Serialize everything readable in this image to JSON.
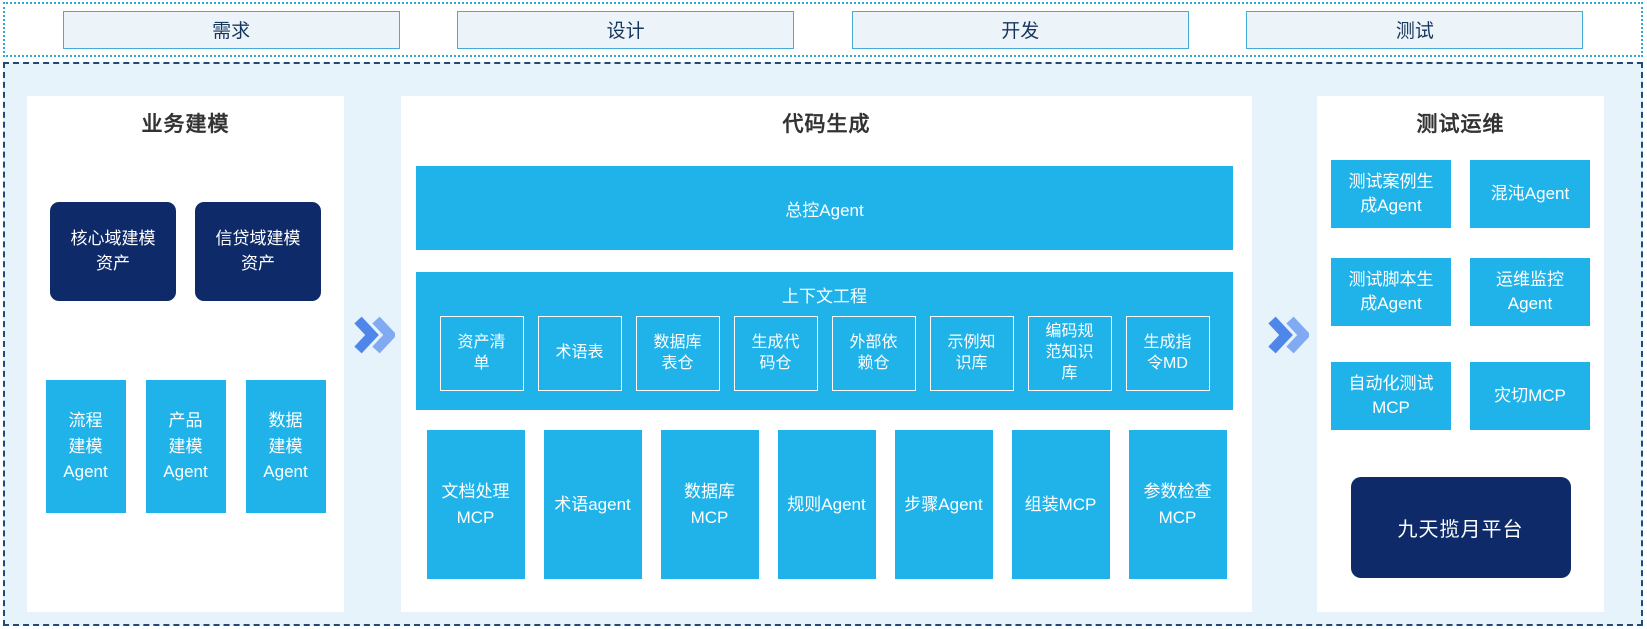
{
  "phases": [
    "需求",
    "设计",
    "开发",
    "测试"
  ],
  "colors": {
    "cyan": "#1fb3ea",
    "navy": "#0e2a68",
    "container_bg": "#e7f3fb",
    "strip_border": "#2fa9d8",
    "main_border": "#23497a",
    "phase_box_fill": "#edf4f9",
    "phase_box_border": "#45abd7",
    "phase_text": "#17365d",
    "chevron_dark": "#4f86e9",
    "chevron_light": "#82aaf2"
  },
  "business_modeling": {
    "title": "业务建模",
    "assets": [
      "核心域建模\n资产",
      "信贷域建模\n资产"
    ],
    "agents": [
      "流程\n建模\nAgent",
      "产品\n建模\nAgent",
      "数据\n建模\nAgent"
    ]
  },
  "code_generation": {
    "title": "代码生成",
    "master_agent": "总控Agent",
    "context": {
      "title": "上下文工程",
      "items": [
        "资产清\n单",
        "术语表",
        "数据库\n表仓",
        "生成代\n码仓",
        "外部依\n赖仓",
        "示例知\n识库",
        "编码规\n范知识\n库",
        "生成指\n令MD"
      ]
    },
    "tools": [
      "文档处理\nMCP",
      "术语agent",
      "数据库\nMCP",
      "规则Agent",
      "步骤Agent",
      "组装MCP",
      "参数检查\nMCP"
    ]
  },
  "test_ops": {
    "title": "测试运维",
    "agents": [
      "测试案例生\n成Agent",
      "混沌Agent",
      "测试脚本生\n成Agent",
      "运维监控\nAgent",
      "自动化测试\nMCP",
      "灾切MCP"
    ],
    "platform": "九天揽月平台"
  }
}
